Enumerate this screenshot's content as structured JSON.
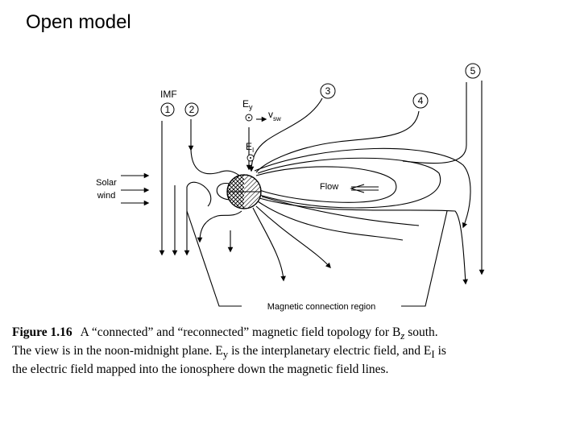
{
  "slide": {
    "title": "Open model"
  },
  "diagram": {
    "imf_label": "IMF",
    "lines": {
      "one": "1",
      "two": "2",
      "three": "3",
      "four": "4",
      "five": "5"
    },
    "ey_label": "E",
    "ey_sub": "y",
    "vsw_label": "v",
    "vsw_sub": "sw",
    "ei_label": "E",
    "ei_sub": "I",
    "solar_wind_1": "Solar",
    "solar_wind_2": "wind",
    "flow_label": "Flow",
    "region_label": "Magnetic connection region"
  },
  "caption": {
    "figure": "Figure 1.16",
    "line1": "A “connected” and “reconnected” magnetic field topology for B",
    "line1_sub": "z",
    "line1_end": " south.",
    "line2": "The view is in the noon-midnight plane. E",
    "line2_sub": "y",
    "line2_mid": " is the interplanetary electric field, and E",
    "line2_sub2": "I",
    "line2_end": " is",
    "line3": "the electric field mapped into the ionosphere down the magnetic field lines."
  }
}
